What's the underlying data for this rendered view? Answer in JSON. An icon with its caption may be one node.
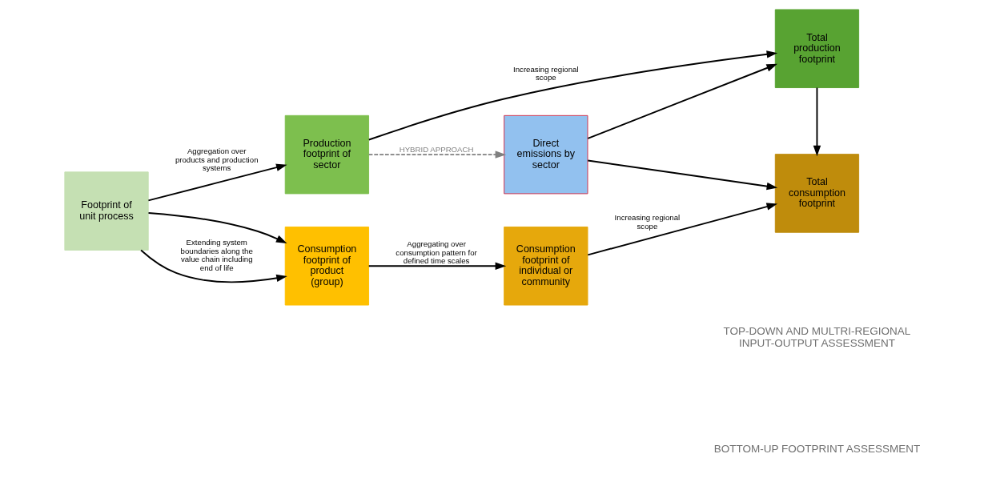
{
  "diagram": {
    "nodes": [
      {
        "text": [
          "Footprint of unit process"
        ]
      },
      {
        "text": [
          "Production footprint of sector"
        ]
      },
      {
        "text": [
          "Direct emissions by sector"
        ]
      },
      {
        "text": [
          "Total production footprint"
        ]
      },
      {
        "text": [
          "Consumption footprint of product (group)"
        ]
      },
      {
        "text": [
          "Consumption footprint of individual or community"
        ]
      },
      {
        "text": [
          "Total consumption footprint"
        ]
      }
    ],
    "edges": [
      {
        "from": 0,
        "to": 1,
        "arrow": "to",
        "label": "Aggregation over products and production systems"
      },
      {
        "from": 0,
        "to": 4,
        "arrow": "to"
      },
      {
        "from": 0,
        "to": 4,
        "arrow": "to",
        "label": "Extending system boundaries along the value chain including end of life"
      },
      {
        "from": 1,
        "to": 3,
        "arrow": "to",
        "label": "Increasing regional scope"
      },
      {
        "from": 1,
        "to": 2,
        "arrow": "to",
        "label": "HYBRID APPROACH",
        "style": "dashed",
        "color": "#808080"
      },
      {
        "from": 4,
        "to": 5,
        "arrow": "to",
        "label": "Aggregating over consumption pattern for defined time scales"
      },
      {
        "from": 5,
        "to": 6,
        "arrow": "to",
        "label": "Increasing regional scope"
      },
      {
        "from": 2,
        "to": 3,
        "arrow": "to"
      },
      {
        "from": 2,
        "to": 6,
        "arrow": "to"
      },
      {
        "from": 3,
        "to": 6,
        "arrow": "to"
      }
    ],
    "labels": [
      "TOP-DOWN AND MULTRI-REGIONAL INPUT-OUTPUT ASSESSMENT",
      "BOTTOM-UP FOOTPRINT ASSESSMENT"
    ]
  }
}
